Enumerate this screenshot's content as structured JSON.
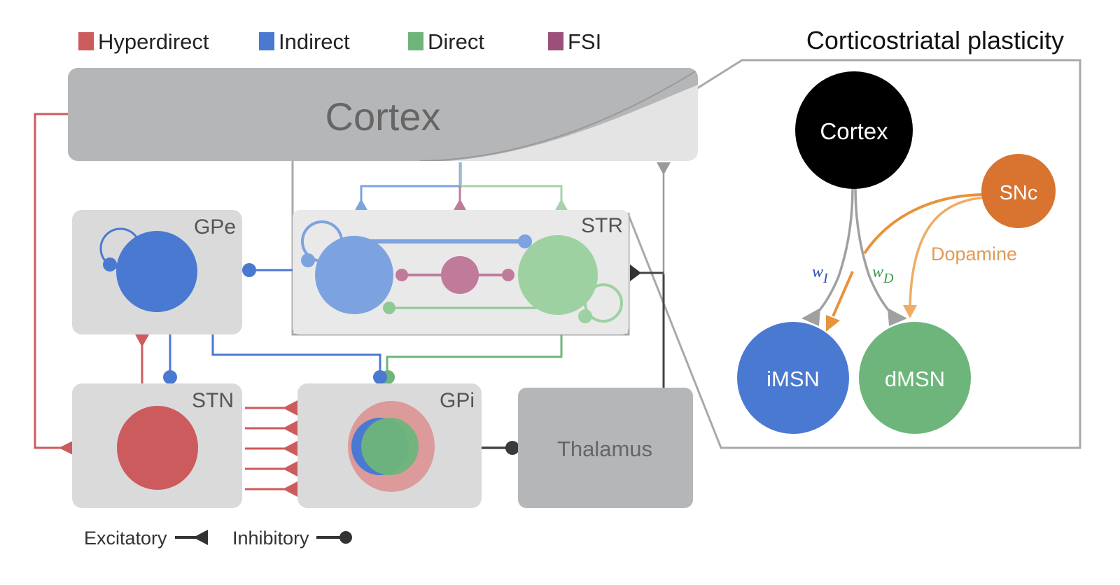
{
  "legend": {
    "items": [
      {
        "label": "Hyperdirect",
        "color": "#cc5b5e"
      },
      {
        "label": "Indirect",
        "color": "#4a79d1"
      },
      {
        "label": "Direct",
        "color": "#6db57a"
      },
      {
        "label": "FSI",
        "color": "#9c4f7a"
      }
    ]
  },
  "regions": {
    "cortex": "Cortex",
    "gpe": "GPe",
    "str": "STR",
    "stn": "STN",
    "gpi": "GPi",
    "thalamus": "Thalamus"
  },
  "synapse_legend": {
    "excitatory": "Excitatory",
    "inhibitory": "Inhibitory"
  },
  "inset": {
    "title": "Corticostriatal plasticity",
    "cortex": "Cortex",
    "snc": "SNc",
    "dopamine": "Dopamine",
    "w_i": "w",
    "w_i_sub": "I",
    "w_d": "w",
    "w_d_sub": "D",
    "imsn": "iMSN",
    "dmsn": "dMSN"
  },
  "colors": {
    "hyperdirect": "#cc5b5e",
    "indirect": "#4a79d1",
    "direct": "#6db57a",
    "fsi": "#9c4f7a",
    "snc": "#d87430",
    "dopamine": "#f0a24d"
  }
}
